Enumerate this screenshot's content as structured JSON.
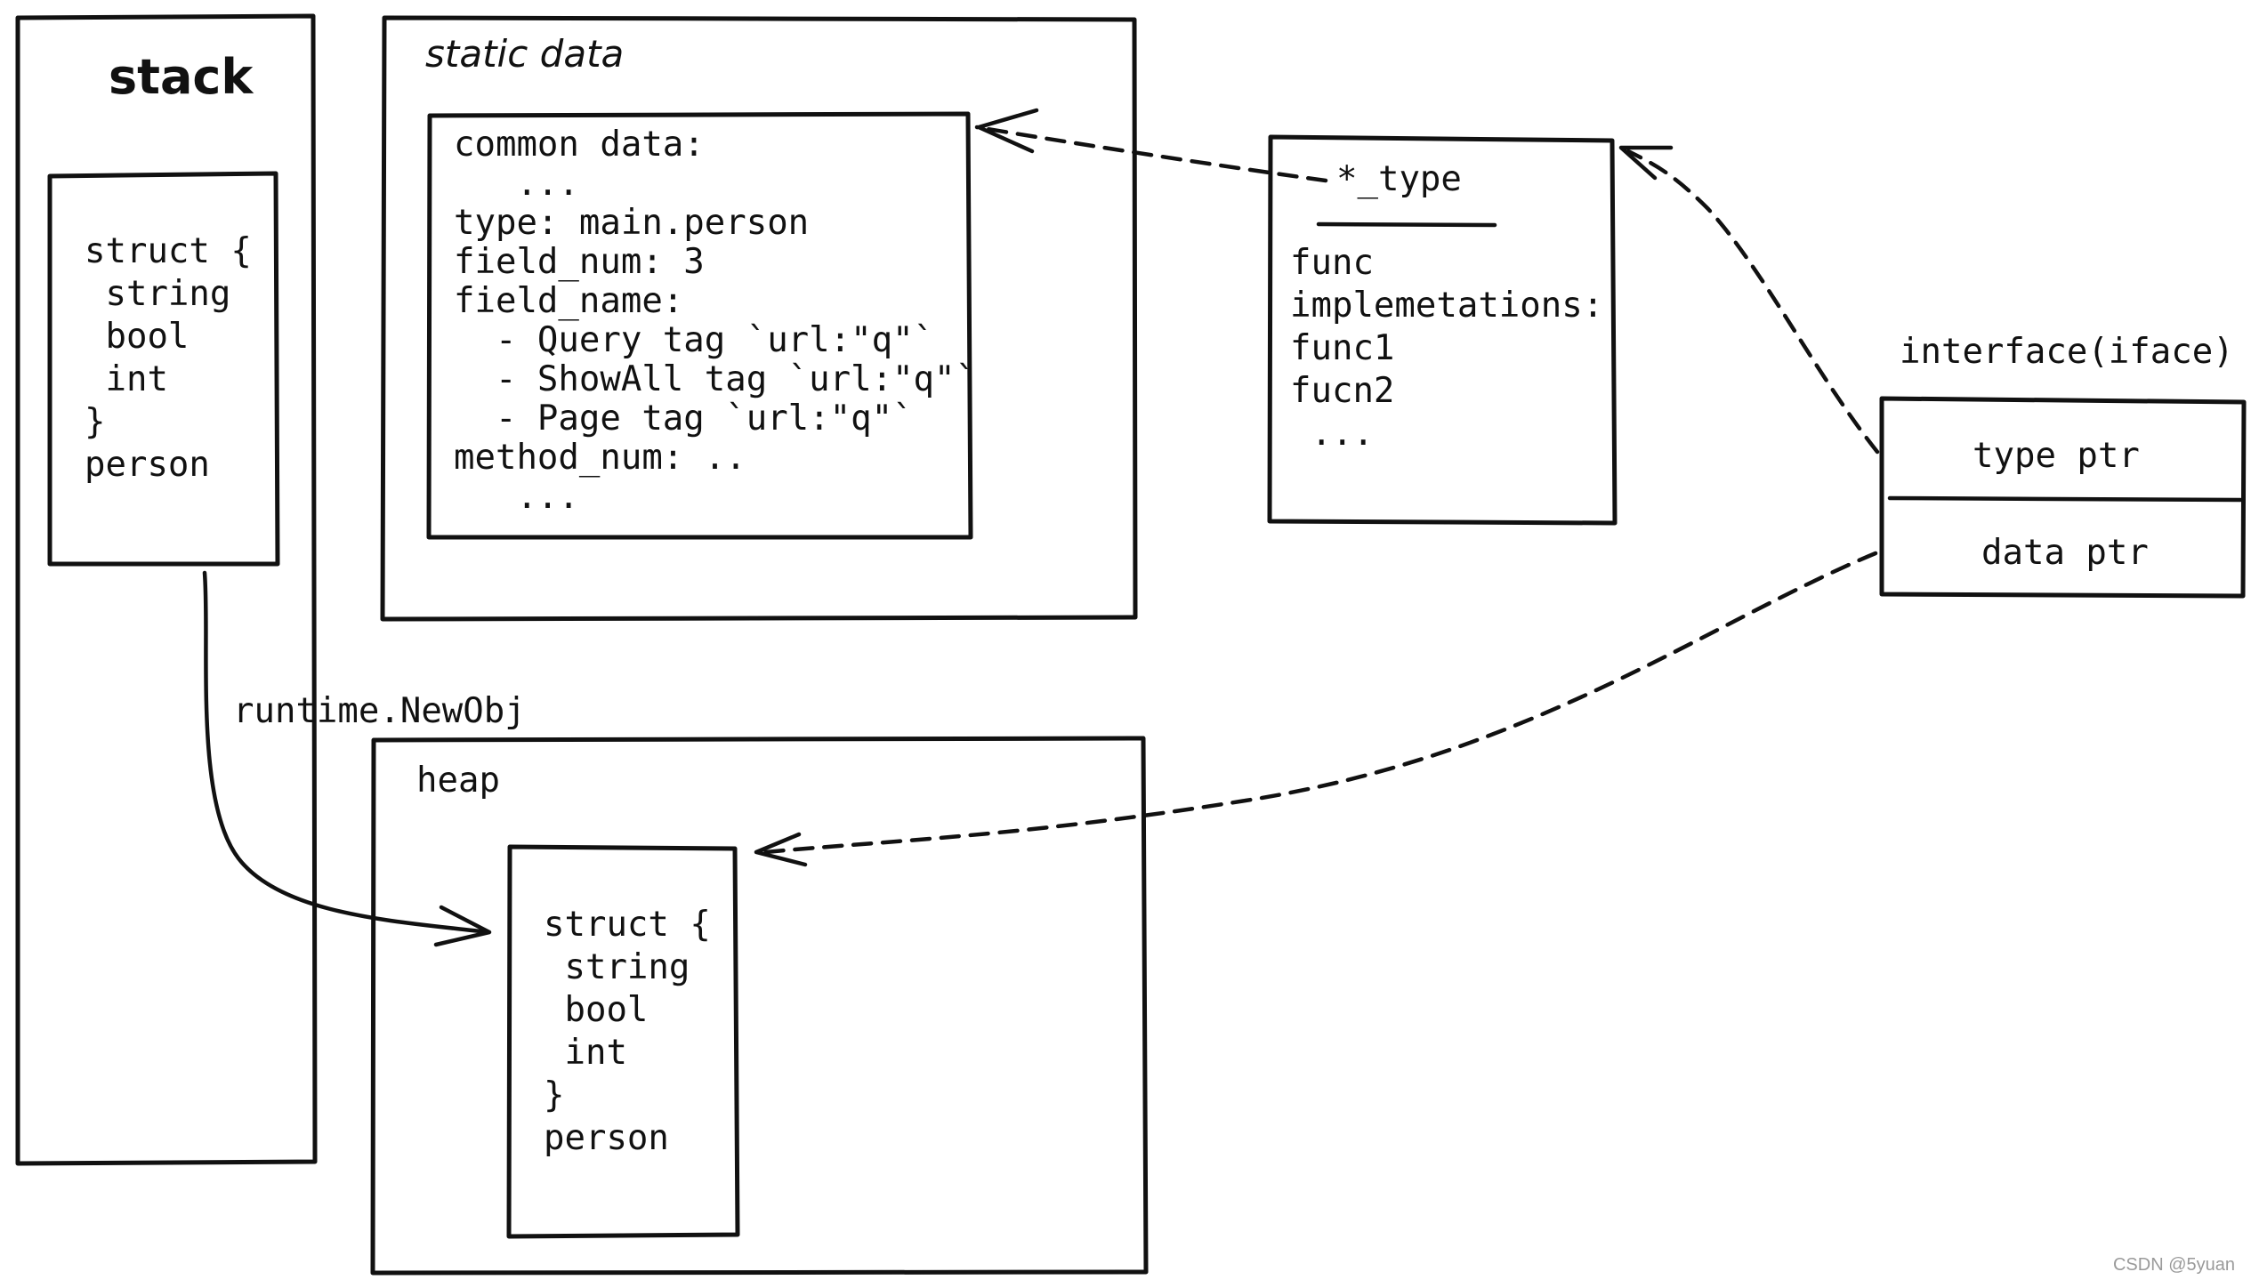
{
  "stack": {
    "title": "stack",
    "struct_lines": [
      "struct {",
      " string",
      " bool",
      " int",
      "}",
      "person"
    ]
  },
  "static_data": {
    "title": "static data",
    "lines": [
      "common data:",
      "   ...",
      "type: main.person",
      "field_num: 3",
      "field_name:",
      "  - Query tag `url:\"q\"`",
      "  - ShowAll tag `url:\"q\"`",
      "  - Page tag `url:\"q\"`",
      "method_num: ..",
      "   ..."
    ]
  },
  "type_box": {
    "title": "*_type",
    "lines": [
      "func",
      "implemetations:",
      "func1",
      "fucn2",
      " ..."
    ]
  },
  "iface": {
    "title": "interface(iface)",
    "type_ptr": "type ptr",
    "data_ptr": "data ptr"
  },
  "heap": {
    "title": "heap",
    "struct_lines": [
      "struct {",
      " string",
      " bool",
      " int",
      "}",
      "person"
    ]
  },
  "edge_label": "runtime.NewObj",
  "watermark": "CSDN @5yuan"
}
